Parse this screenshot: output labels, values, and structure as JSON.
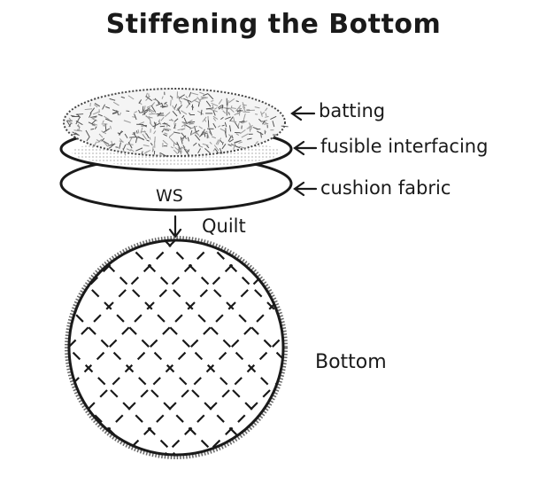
{
  "title": "Stiffening the Bottom",
  "layers": {
    "batting": "batting",
    "fusible": "fusible interfacing",
    "cushion": "cushion fabric"
  },
  "ws_label": "WS",
  "quilt_label": "Quilt",
  "bottom_label": "Bottom",
  "colors": {
    "ink": "#1a1a1a",
    "background": "#ffffff"
  }
}
